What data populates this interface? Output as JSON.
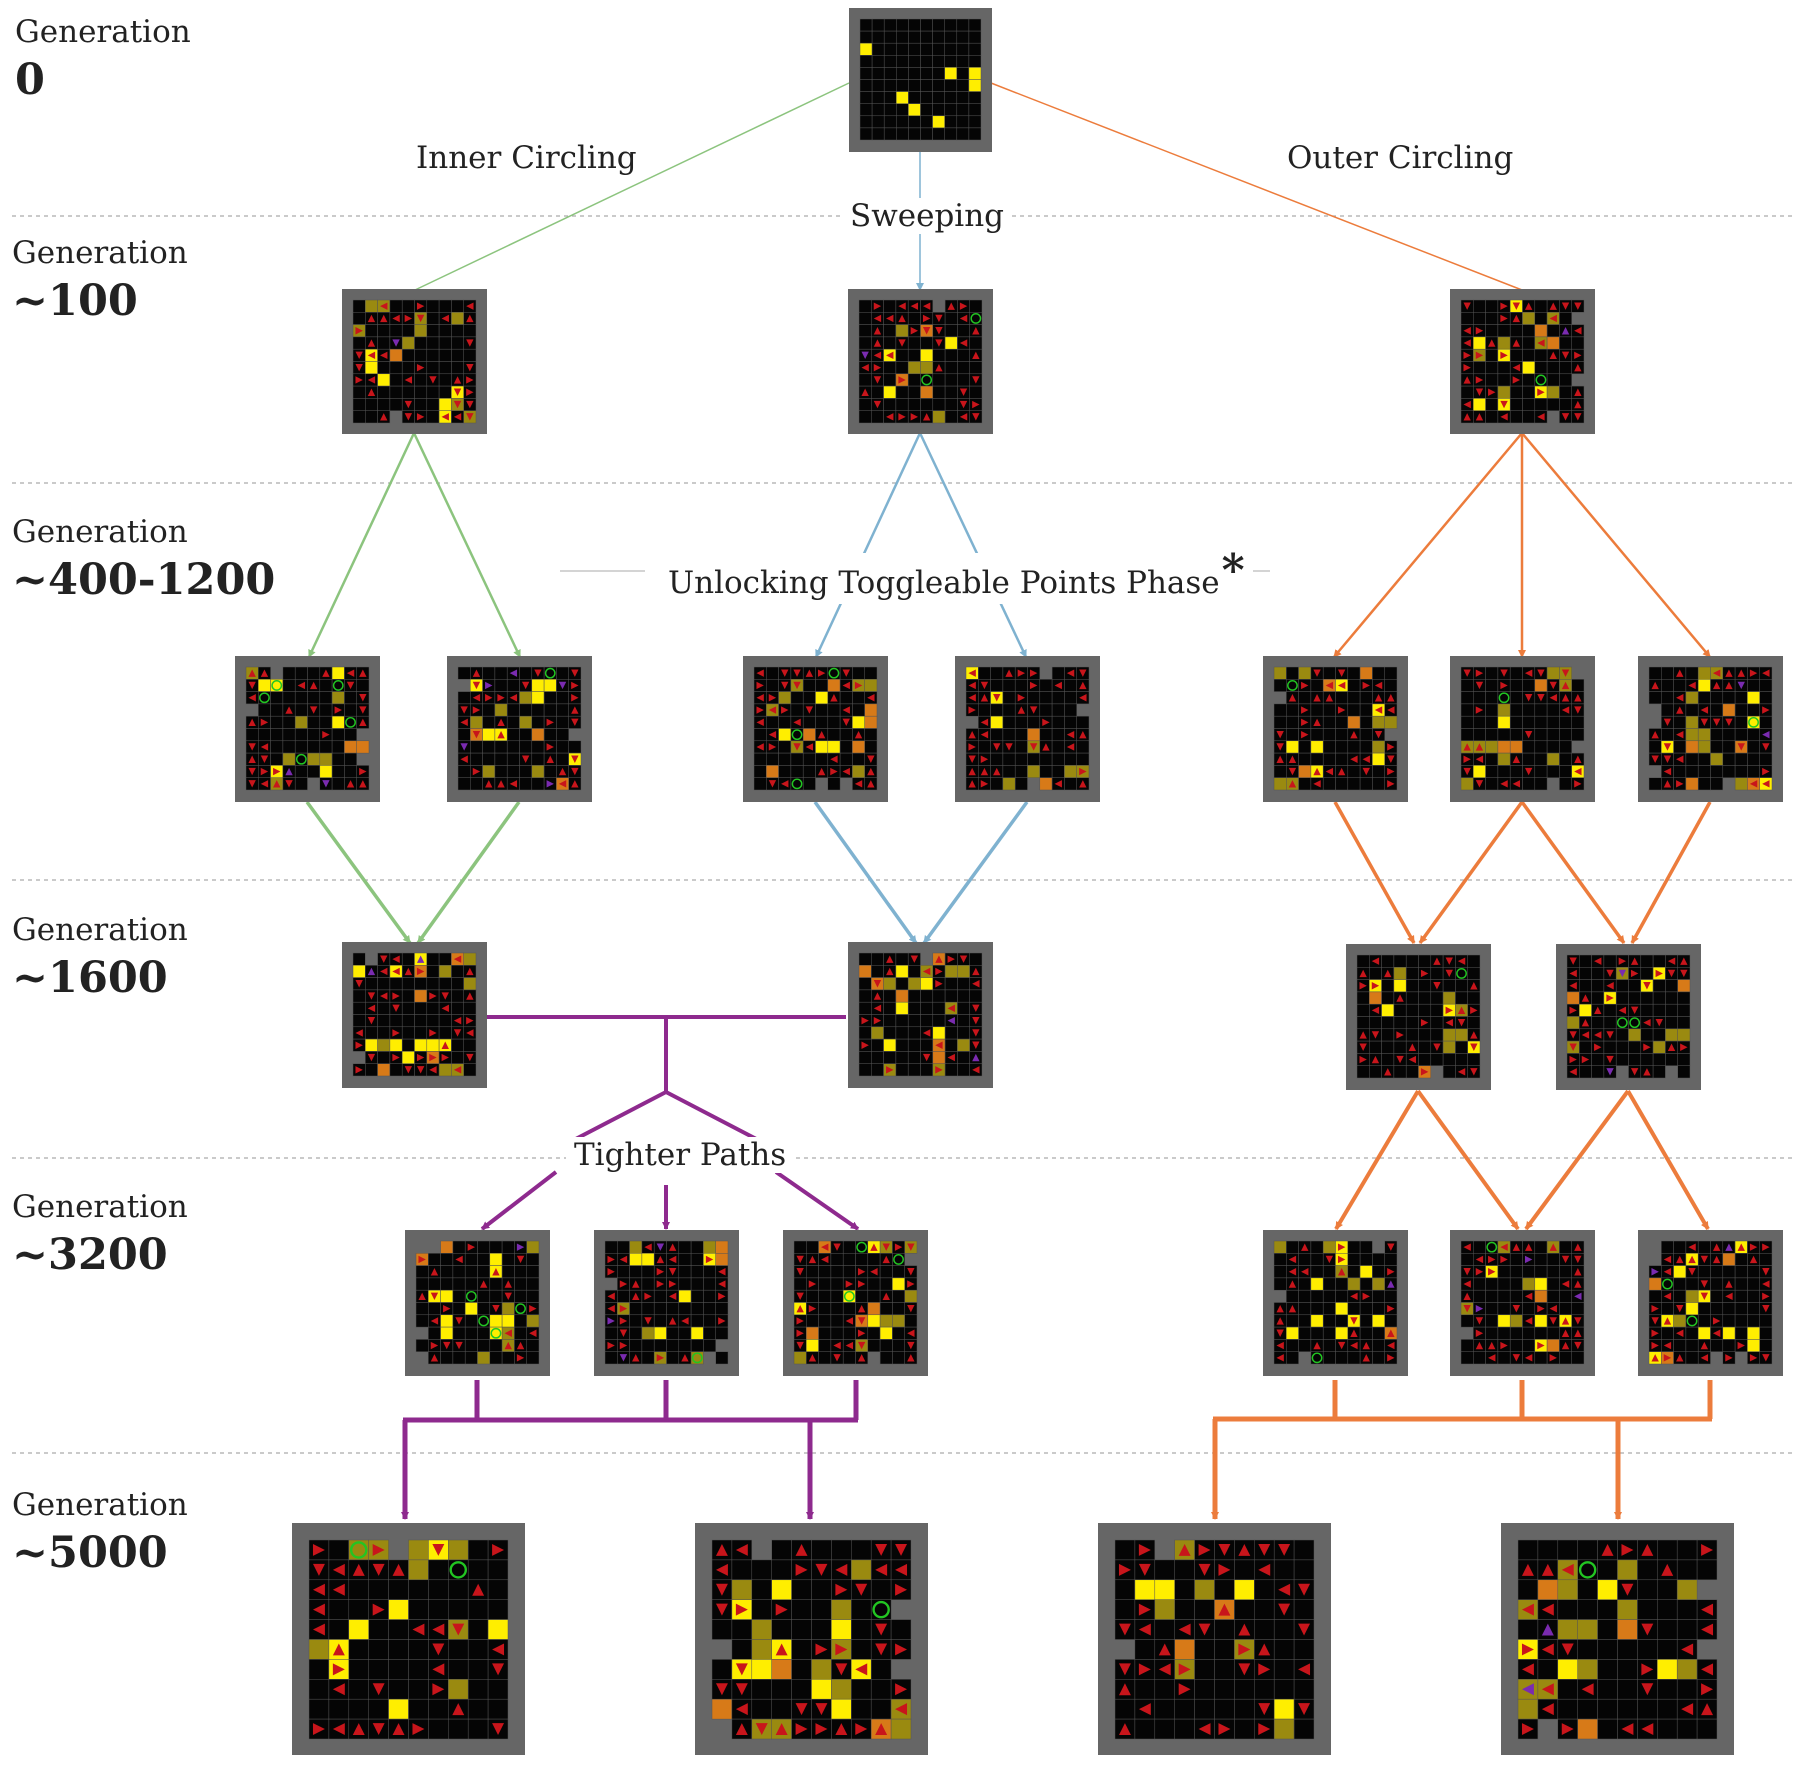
{
  "generations": [
    {
      "word": "Generation",
      "value": "0"
    },
    {
      "word": "Generation",
      "value": "~100"
    },
    {
      "word": "Generation",
      "value": "~400-1200"
    },
    {
      "word": "Generation",
      "value": "~1600"
    },
    {
      "word": "Generation",
      "value": "~3200"
    },
    {
      "word": "Generation",
      "value": "~5000"
    }
  ],
  "lineages": {
    "inner": "Inner Circling",
    "sweeping": "Sweeping",
    "outer": "Outer Circling"
  },
  "phases": {
    "unlocking": "Unlocking Toggleable Points Phase",
    "unlocking_mark": "*",
    "tighter": "Tighter Paths"
  },
  "colors": {
    "inner_green": "#8cc47e",
    "sweeping_blue": "#7fb2d0",
    "outer_orange": "#ec7c3c",
    "tighter_purple": "#8e2a8e",
    "tile_frame": "#666666",
    "cell_empty": "#050505",
    "cell_yellow": "#ffee00",
    "arrow_red": "#c8151b"
  },
  "icons": [
    "red-arrow-icon",
    "yellow-point-icon",
    "green-check-icon",
    "green-target-icon",
    "orange-wave-icon",
    "purple-arrow-icon"
  ]
}
